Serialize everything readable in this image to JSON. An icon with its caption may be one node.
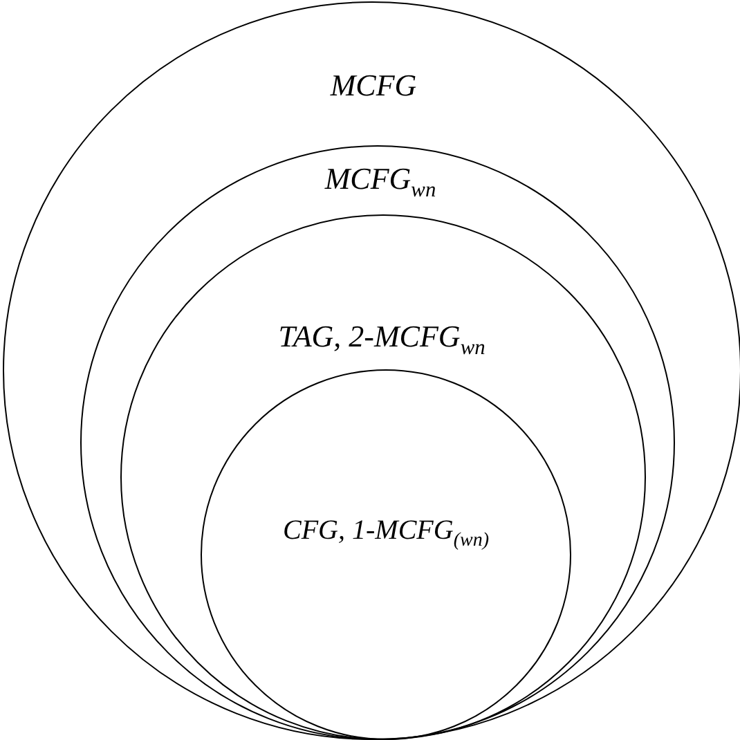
{
  "diagram": {
    "nodes": [
      {
        "text": [
          "MCFG"
        ]
      },
      {
        "text": [
          "MCFG$_{wn}$"
        ],
        "in": 0
      },
      {
        "text": [
          "TAG, 2-MCFG$_{wn}$"
        ],
        "in": 1
      },
      {
        "text": [
          "CFG, 1-MCFG$_{(wn)}$"
        ],
        "in": 2
      }
    ]
  }
}
